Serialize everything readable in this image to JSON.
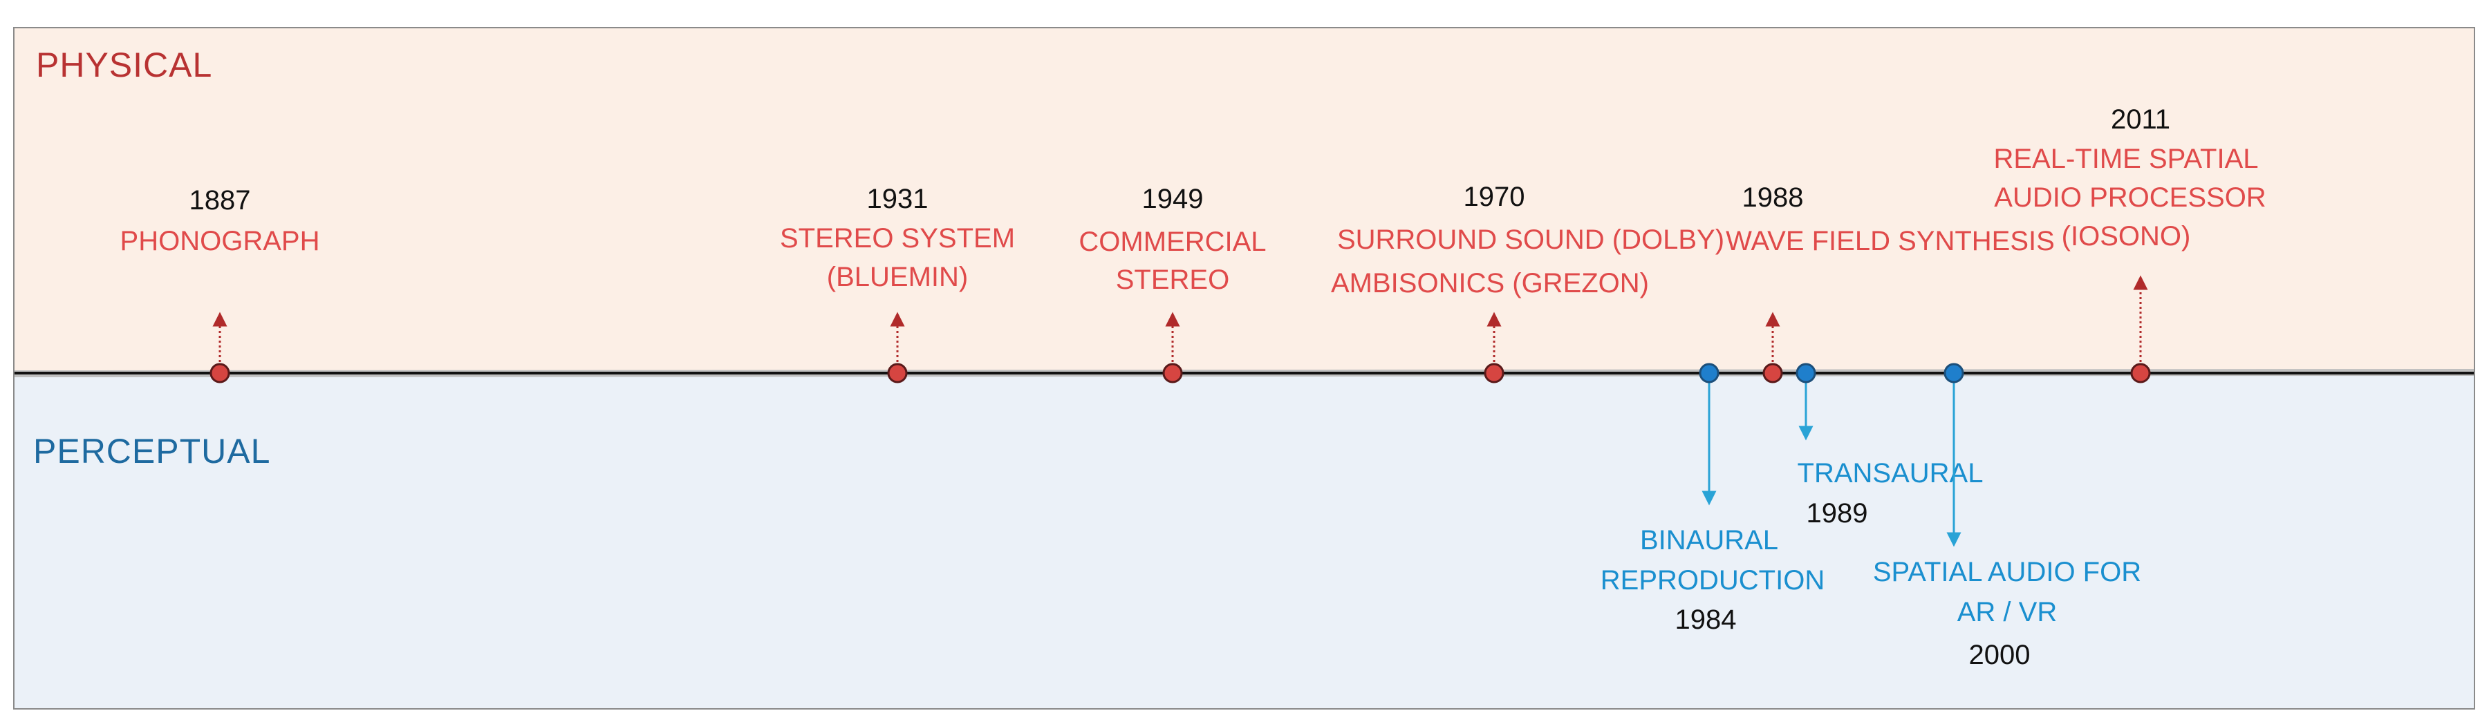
{
  "bands": {
    "physical_label": "PHYSICAL",
    "perceptual_label": "PERCEPTUAL"
  },
  "colors": {
    "physical_text": "#e04a4a",
    "physical_marker": "#d64541",
    "physical_arrow": "#b02a2a",
    "perceptual_text": "#1a8fcf",
    "perceptual_marker": "#1f7fcc",
    "perceptual_arrow": "#29a3d6",
    "physical_band": "#fcefe6",
    "perceptual_band": "#ebf1f8"
  },
  "physical_events": [
    {
      "year": "1887",
      "lines": [
        "PHONOGRAPH"
      ]
    },
    {
      "year": "1931",
      "lines": [
        "STEREO SYSTEM",
        "(BLUEMIN)"
      ]
    },
    {
      "year": "1949",
      "lines": [
        "COMMERCIAL",
        "STEREO"
      ]
    },
    {
      "year": "1970",
      "lines": [
        "SURROUND SOUND (DOLBY)",
        "AMBISONICS (GREZON)"
      ]
    },
    {
      "year": "1988",
      "lines": [
        "WAVE FIELD SYNTHESIS"
      ]
    },
    {
      "year": "2011",
      "lines": [
        "REAL-TIME SPATIAL",
        "AUDIO PROCESSOR",
        "(IOSONO)"
      ]
    }
  ],
  "perceptual_events": [
    {
      "year": "1984",
      "lines": [
        "BINAURAL",
        "REPRODUCTION"
      ]
    },
    {
      "year": "1989",
      "lines": [
        "TRANSAURAL"
      ]
    },
    {
      "year": "2000",
      "lines": [
        "SPATIAL AUDIO FOR",
        "AR / VR"
      ]
    }
  ]
}
